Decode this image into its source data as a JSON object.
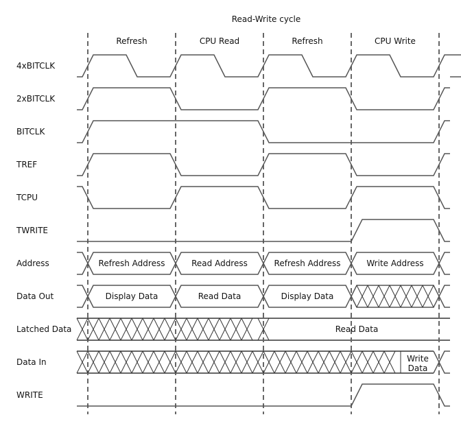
{
  "title": "Read-Write cycle",
  "phases": [
    "Refresh",
    "CPU Read",
    "Refresh",
    "CPU Write"
  ],
  "signals": [
    {
      "name": "4xBITCLK",
      "kind": "clock",
      "levels": [
        0,
        1,
        0,
        1,
        0,
        1,
        0,
        1,
        0,
        1,
        0
      ]
    },
    {
      "name": "2xBITCLK",
      "kind": "clock",
      "levels": [
        0,
        1,
        1,
        0,
        0,
        1,
        1,
        0,
        0,
        1,
        1
      ]
    },
    {
      "name": "BITCLK",
      "kind": "clock",
      "levels": [
        0,
        1,
        1,
        1,
        1,
        0,
        0,
        0,
        0,
        1,
        1
      ]
    },
    {
      "name": "TREF",
      "kind": "clock",
      "levels": [
        0,
        1,
        1,
        0,
        0,
        1,
        1,
        0,
        0,
        1,
        1
      ]
    },
    {
      "name": "TCPU",
      "kind": "clock",
      "levels": [
        1,
        0,
        0,
        1,
        1,
        0,
        0,
        1,
        1,
        0,
        0
      ]
    },
    {
      "name": "TWRITE",
      "kind": "clock",
      "levels": [
        0,
        0,
        0,
        0,
        0,
        0,
        0,
        0.5,
        1,
        0,
        0
      ]
    },
    {
      "name": "Address",
      "kind": "bus",
      "segments": [
        {
          "label": "Refresh Address",
          "state": "valid"
        },
        {
          "label": "Read Address",
          "state": "valid"
        },
        {
          "label": "Refresh Address",
          "state": "valid"
        },
        {
          "label": "Write Address",
          "state": "valid"
        }
      ]
    },
    {
      "name": "Data Out",
      "kind": "bus",
      "segments": [
        {
          "label": "Display Data",
          "state": "valid"
        },
        {
          "label": "Read Data",
          "state": "valid"
        },
        {
          "label": "Display Data",
          "state": "valid"
        },
        {
          "label": "",
          "state": "invalid"
        }
      ]
    },
    {
      "name": "Latched Data",
      "kind": "bus2",
      "invalid_until_phase": 2,
      "label": "Read Data"
    },
    {
      "name": "Data In",
      "kind": "bus3",
      "label": "Write Data"
    },
    {
      "name": "WRITE",
      "kind": "clock",
      "levels": [
        0,
        0,
        0,
        0,
        0,
        0,
        0,
        0.5,
        1,
        0,
        0
      ]
    }
  ],
  "colors": {
    "line": "#555555",
    "dash": "#666666",
    "text": "#111111"
  }
}
